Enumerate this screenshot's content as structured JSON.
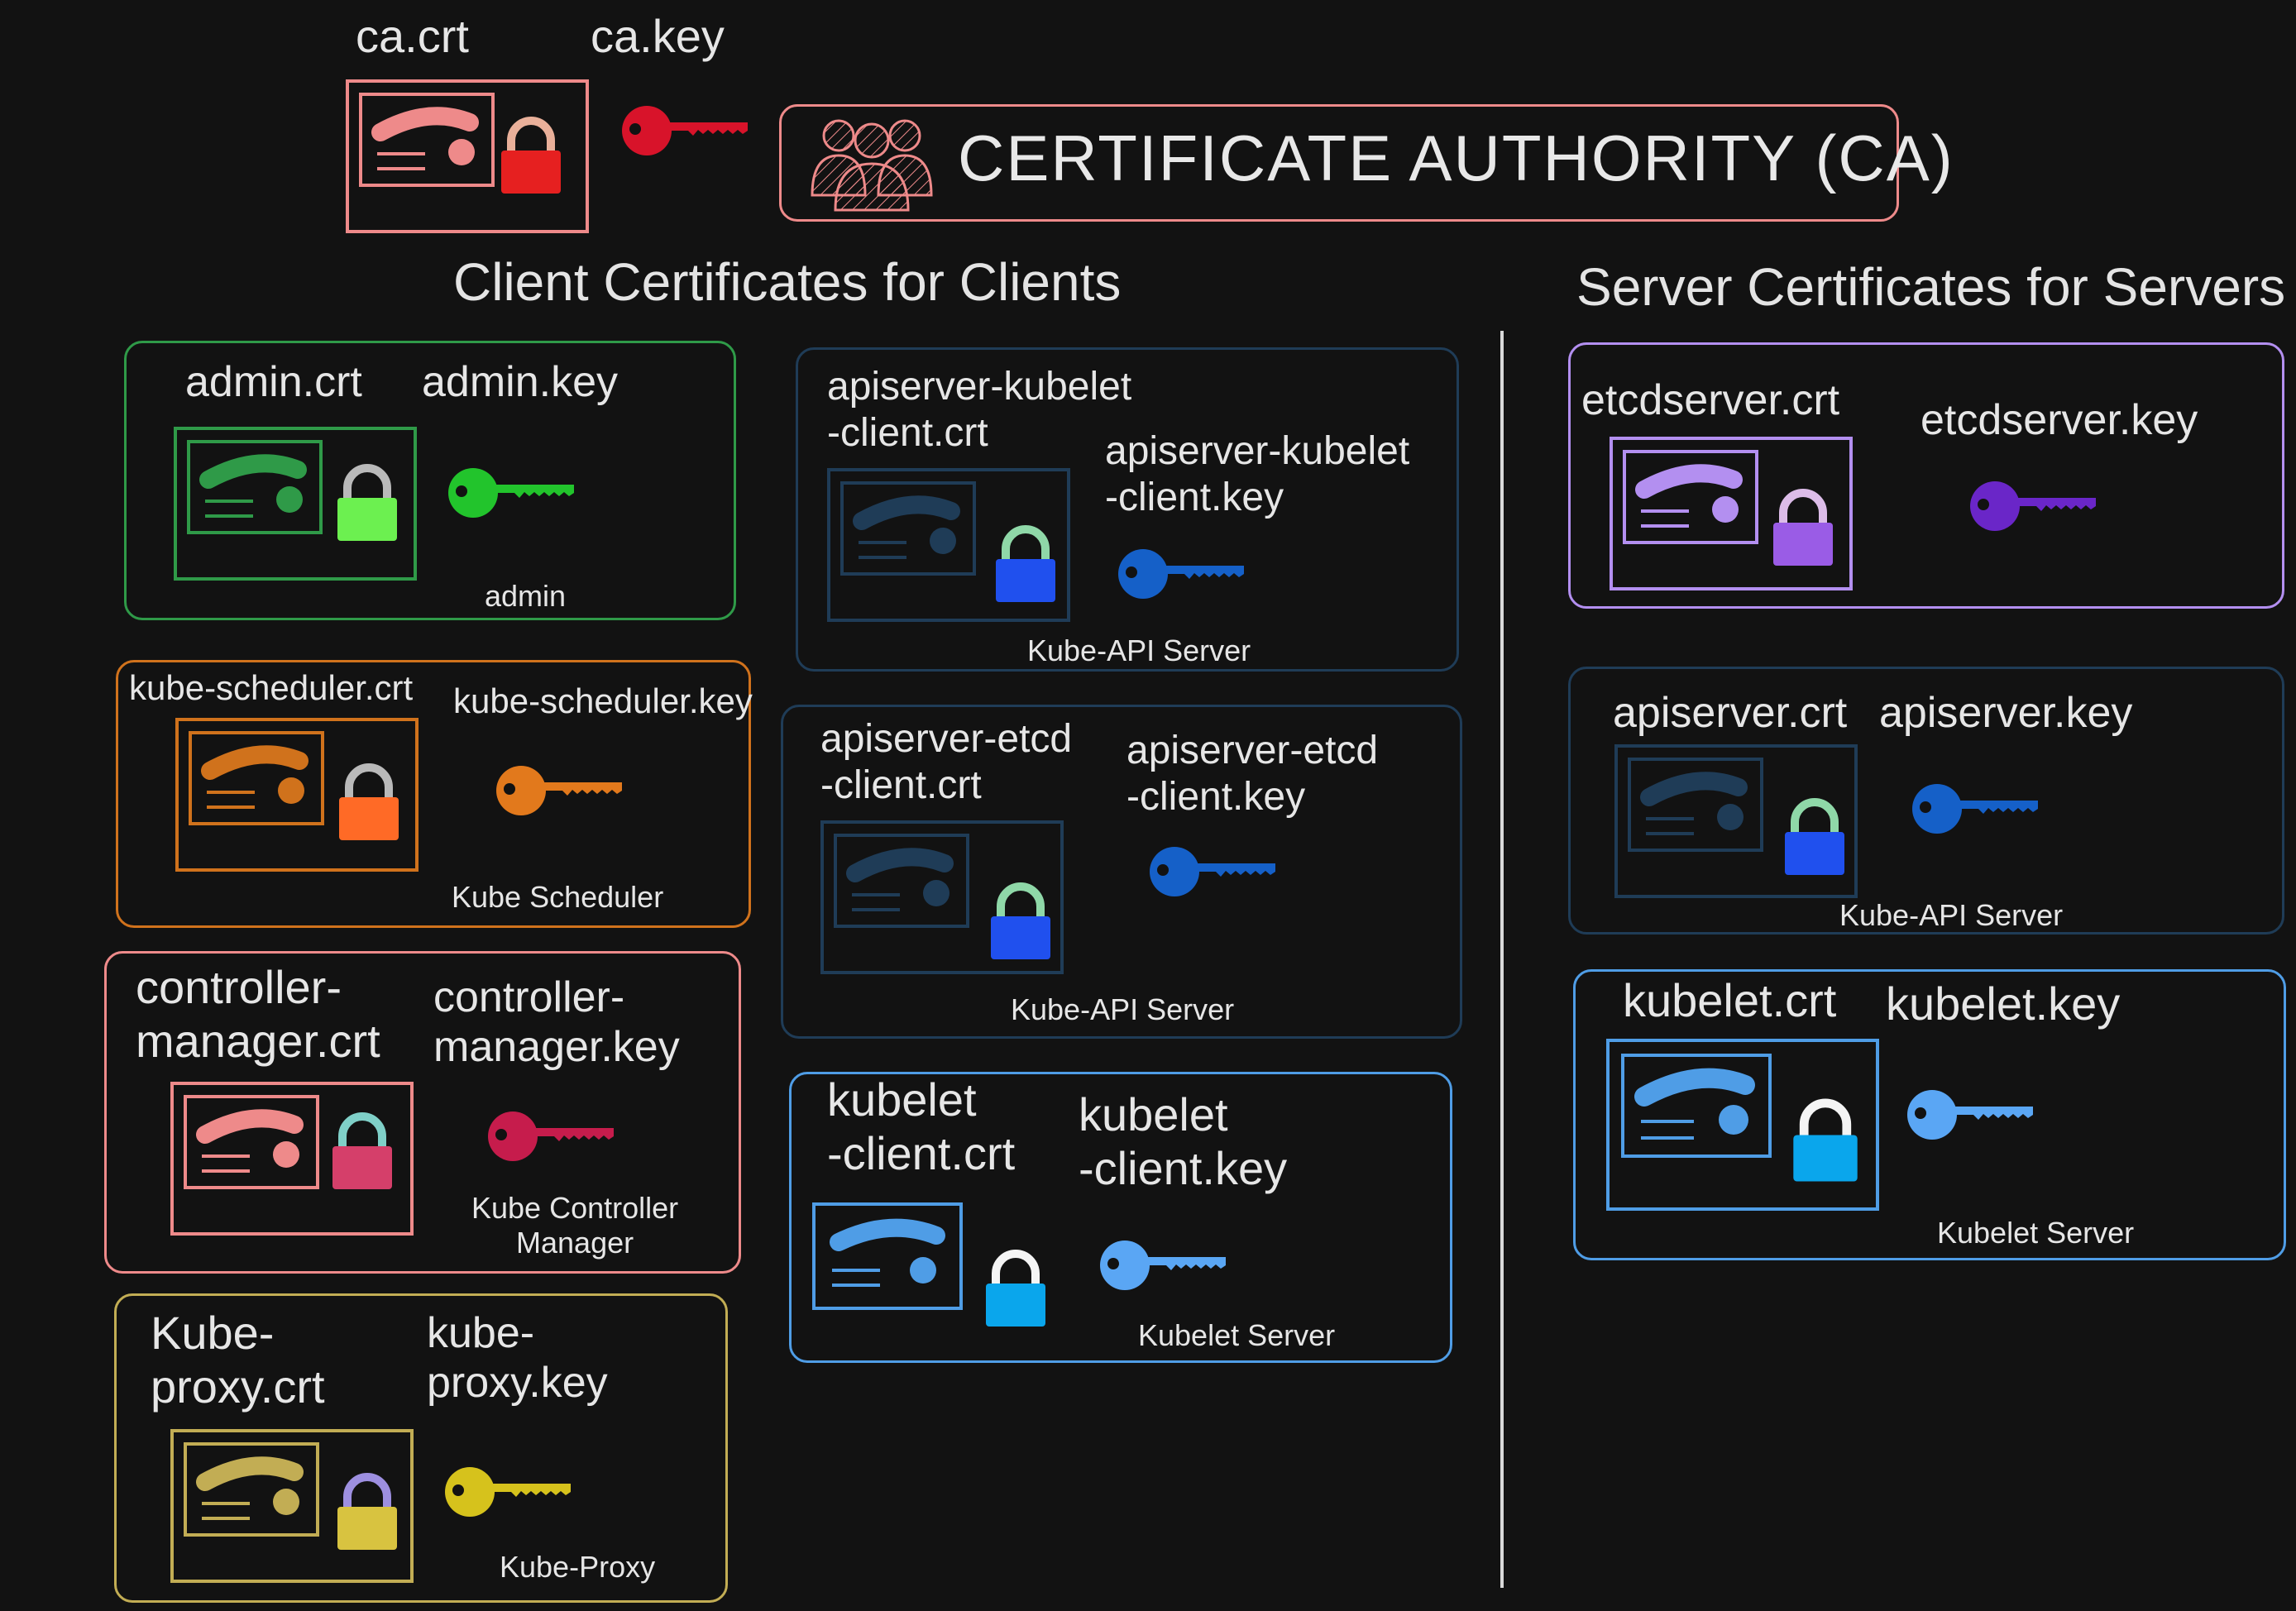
{
  "colors": {
    "ca": "#ee8a8a",
    "admin": "#2f9a48",
    "scheduler": "#d0721c",
    "controller": "#ee8a8a",
    "proxy": "#c2ad54",
    "api_dark": "#1f3c57",
    "kubelet": "#4f9de6",
    "etcd": "#b38ff0"
  },
  "ca": {
    "cert_label": "ca.crt",
    "key_label": "ca.key",
    "title": "CERTIFICATE AUTHORITY (CA)",
    "icon": "users-group-icon"
  },
  "headings": {
    "client": "Client Certificates for Clients",
    "server": "Server Certificates for Servers"
  },
  "clients": {
    "admin": {
      "cert": "admin.crt",
      "key": "admin.key",
      "owner": "admin"
    },
    "scheduler": {
      "cert": "kube-scheduler.crt",
      "key": "kube-scheduler.key",
      "owner": "Kube Scheduler"
    },
    "controller": {
      "cert": "controller-\nmanager.crt",
      "key": "controller-\nmanager.key",
      "owner": "Kube Controller\nManager"
    },
    "proxy": {
      "cert": "Kube-\nproxy.crt",
      "key": "kube-\nproxy.key",
      "owner": "Kube-Proxy"
    },
    "apiserver_kubelet": {
      "cert": "apiserver-kubelet\n-client.crt",
      "key": "apiserver-kubelet\n-client.key",
      "owner": "Kube-API Server"
    },
    "apiserver_etcd": {
      "cert": "apiserver-etcd\n-client.crt",
      "key": "apiserver-etcd\n-client.key",
      "owner": "Kube-API Server"
    },
    "kubelet_client": {
      "cert": "kubelet\n-client.crt",
      "key": "kubelet\n-client.key",
      "owner": "Kubelet Server"
    }
  },
  "servers": {
    "etcd": {
      "cert": "etcdserver.crt",
      "key": "etcdserver.key"
    },
    "apiserver": {
      "cert": "apiserver.crt",
      "key": "apiserver.key",
      "owner": "Kube-API Server"
    },
    "kubelet": {
      "cert": "kubelet.crt",
      "key": "kubelet.key",
      "owner": "Kubelet Server"
    }
  }
}
